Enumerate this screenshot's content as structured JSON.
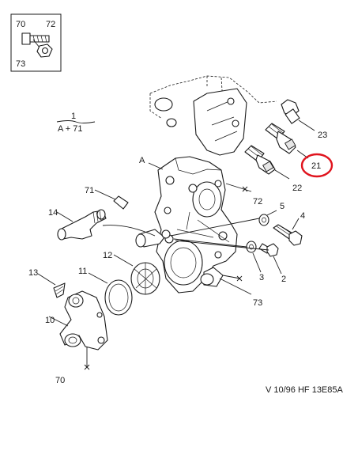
{
  "inset": {
    "labels": [
      "70",
      "72",
      "73"
    ]
  },
  "reference_note": {
    "top": "1",
    "bottom": "A + 71"
  },
  "callouts": {
    "A": "A",
    "p23": "23",
    "p21": "21",
    "p22": "22",
    "p71": "71",
    "p72": "72",
    "p5": "5",
    "p4": "4",
    "p14": "14",
    "p12": "12",
    "p11": "11",
    "p13": "13",
    "p3": "3",
    "p2": "2",
    "p73": "73",
    "p10": "10",
    "p70": "70"
  },
  "highlight": {
    "part": "21",
    "color": "#e0141e"
  },
  "footer": {
    "reference": "V 10/96 HF 13E85A"
  }
}
